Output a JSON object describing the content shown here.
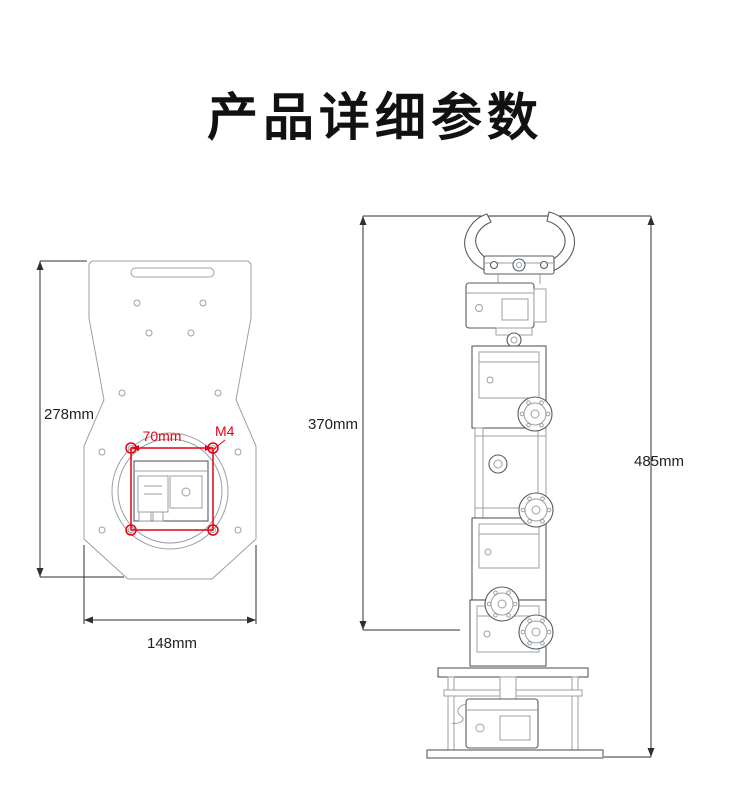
{
  "title": "产品详细参数",
  "colors": {
    "background": "#ffffff",
    "title_text": "#111111",
    "dimension_text": "#222222",
    "accent_red": "#e60012",
    "line_light": "#9aa0a5",
    "line_dark": "#565b60"
  },
  "base_plate": {
    "height": "278mm",
    "width": "148mm",
    "hole_spacing": "70mm",
    "screw_size": "M4"
  },
  "robot_arm": {
    "arm_height": "370mm",
    "total_height": "485mm"
  }
}
